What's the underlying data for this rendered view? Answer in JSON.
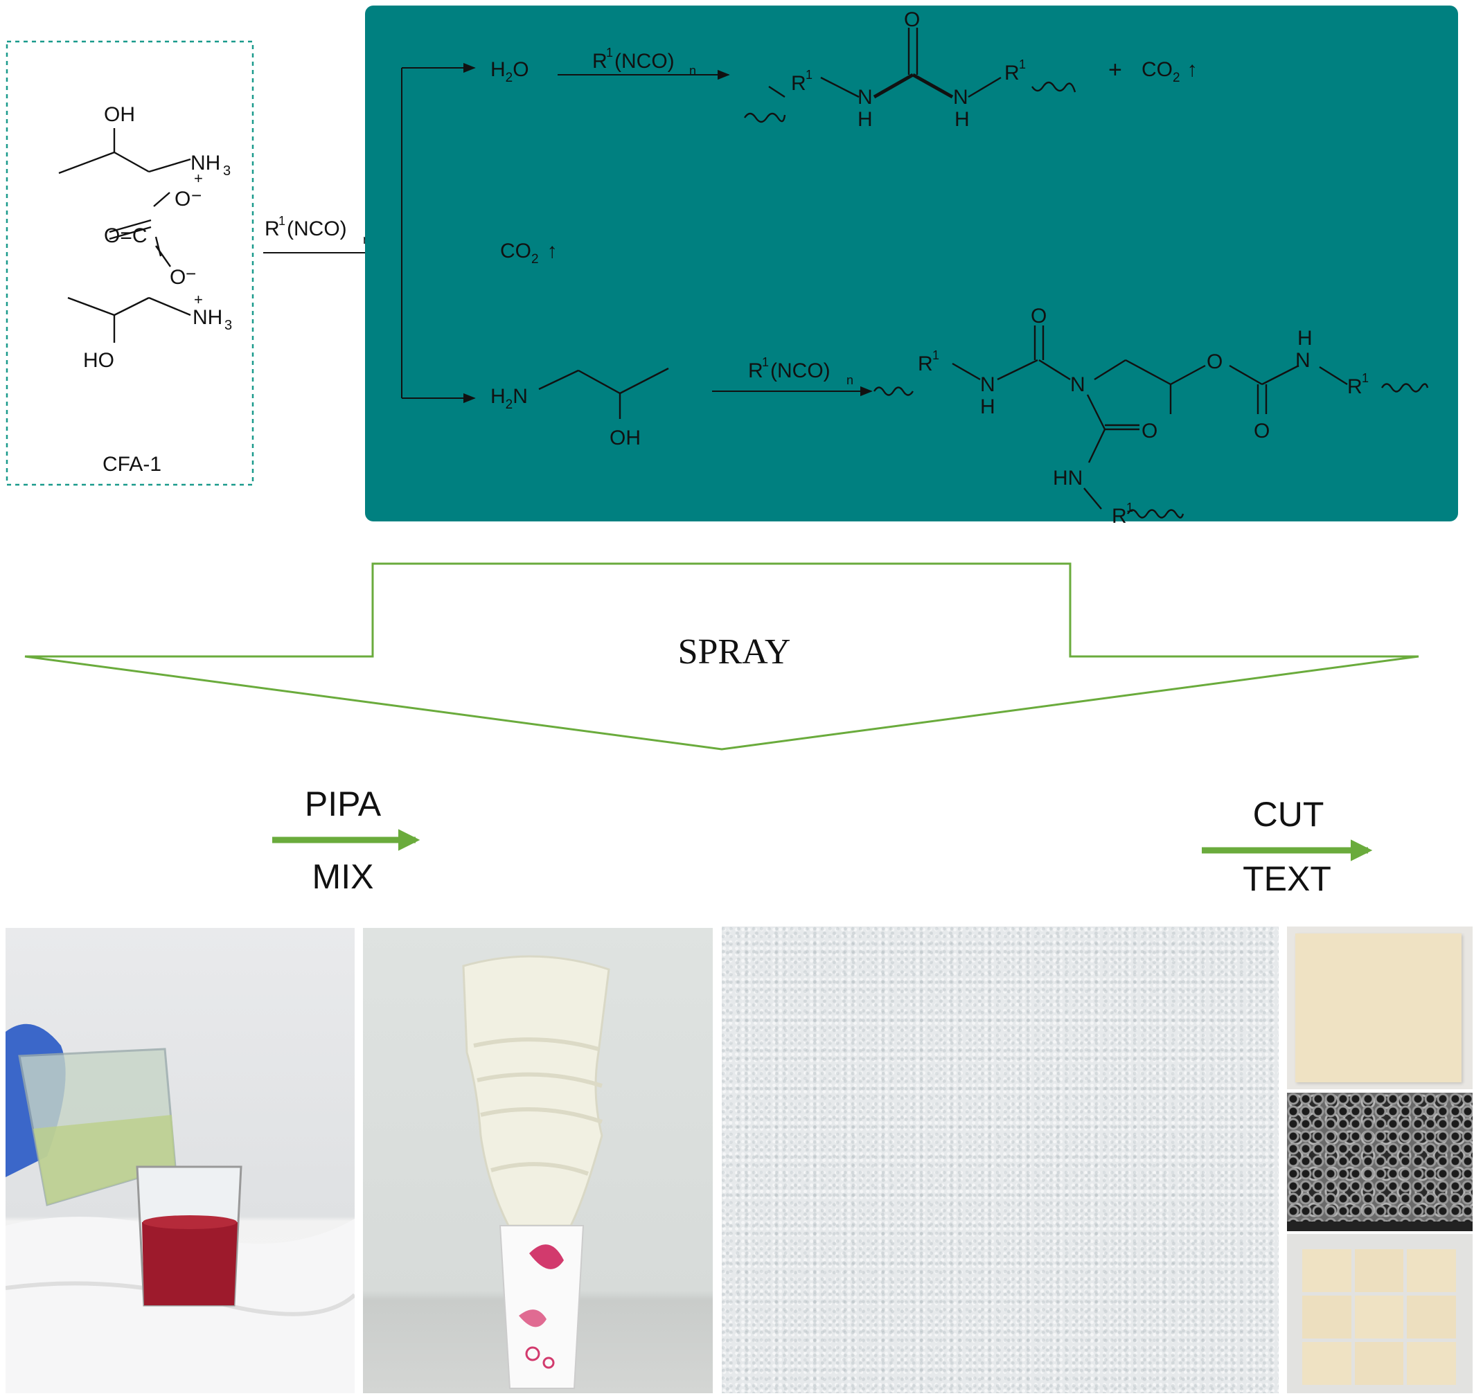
{
  "colors": {
    "teal_panel": "#008080",
    "dashed_border": "#1a9a8c",
    "arrow_green": "#6aab3c",
    "chem_text": "#111111"
  },
  "cfa": {
    "label": "CFA-1",
    "oh_top": "OH",
    "nh3_top": "NH",
    "nh3_sub": "3",
    "plus": "+",
    "o_minus_top": "O",
    "minus": "−",
    "carbonyl": "O=C",
    "o_minus_bottom": "O",
    "nh3_bottom": "NH",
    "ho_bottom": "HO"
  },
  "reagent_main": {
    "base": "R",
    "sup": "1",
    "mid": "(NCO)",
    "sub": "n"
  },
  "reaction1": {
    "reactant_h": "H",
    "reactant_sub": "2",
    "reactant_o": "O",
    "reagent_base": "R",
    "reagent_sup": "1",
    "reagent_mid": "(NCO)",
    "reagent_sub": "n",
    "product_r_left": "R",
    "product_r_left_sup": "1",
    "product_r_right": "R",
    "product_r_right_sup": "1",
    "product_o": "O",
    "product_n": "N",
    "product_h": "H",
    "byproduct_plus": "+",
    "byproduct_co": "CO",
    "byproduct_sub": "2",
    "byproduct_arrow": "↑"
  },
  "reaction2": {
    "co": "CO",
    "sub": "2",
    "arrow": "↑"
  },
  "reaction3": {
    "h2n_h": "H",
    "h2n_sub": "2",
    "h2n_n": "N",
    "oh": "OH",
    "reagent_base": "R",
    "reagent_sup": "1",
    "reagent_mid": "(NCO)",
    "reagent_sub": "n",
    "r": "R",
    "r_sup": "1",
    "n": "N",
    "h": "H",
    "o": "O",
    "hn": "HN"
  },
  "process": {
    "spray_label": "SPRAY",
    "step1_top": "PIPA",
    "step1_bottom": "MIX",
    "step2_top": "CUT",
    "step2_bottom": "TEXT"
  }
}
